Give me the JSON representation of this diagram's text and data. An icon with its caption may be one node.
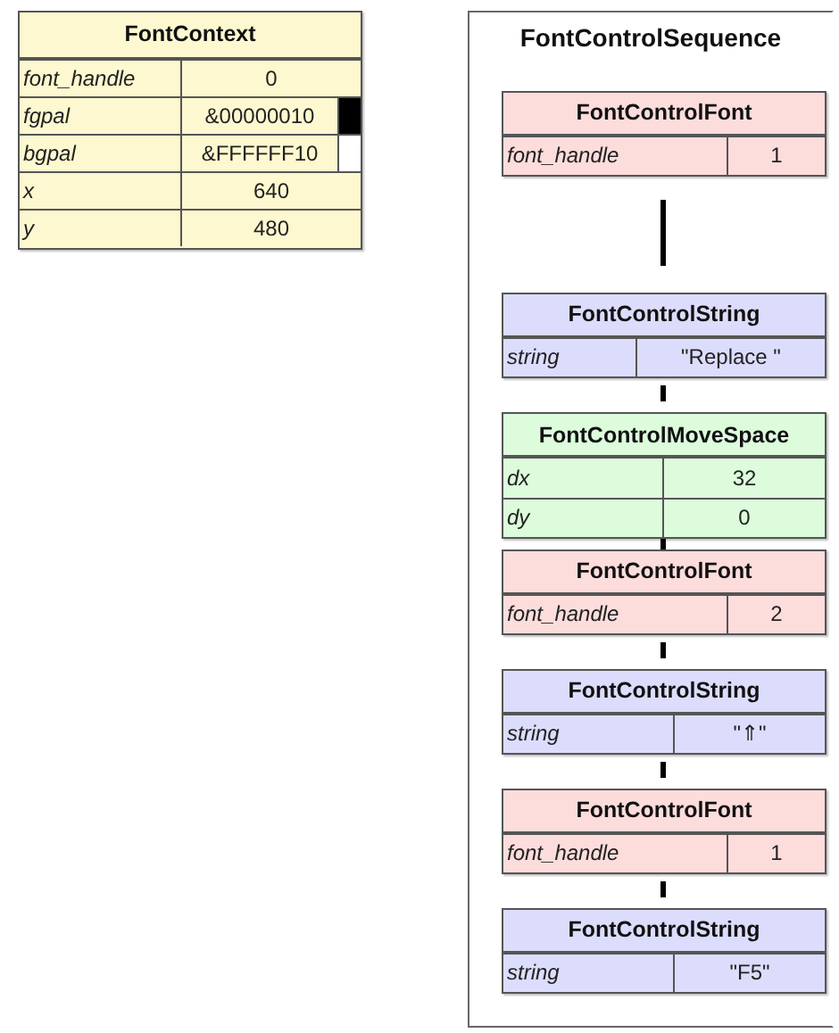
{
  "diagram": {
    "nodes": [
      {
        "text": [
          "FontContext",
          "font_handle",
          "0",
          "fgpal",
          "&00000010",
          "bgpal",
          "&FFFFFF10",
          "x",
          "640",
          "y",
          "480"
        ]
      },
      {
        "text": [
          "FontControlSequence"
        ]
      },
      {
        "text": [
          "FontControlFont",
          "font_handle",
          "1"
        ],
        "in": 1
      },
      {
        "text": [
          "FontControlString",
          "string",
          "\"Replace \""
        ],
        "in": 1
      },
      {
        "text": [
          "FontControlMoveSpace",
          "dx",
          "32",
          "dy",
          "0"
        ],
        "in": 1
      },
      {
        "text": [
          "FontControlFont",
          "font_handle",
          "2"
        ],
        "in": 1
      },
      {
        "text": [
          "FontControlString",
          "string",
          "\"⇑\""
        ],
        "in": 1
      },
      {
        "text": [
          "FontControlFont",
          "font_handle",
          "1"
        ],
        "in": 1
      },
      {
        "text": [
          "FontControlString",
          "string",
          "\"F5\""
        ],
        "in": 1
      }
    ],
    "edges": [
      {
        "from": 2,
        "to": 3,
        "arrow": "none"
      },
      {
        "from": 3,
        "to": 4,
        "arrow": "none"
      },
      {
        "from": 4,
        "to": 5,
        "arrow": "none"
      },
      {
        "from": 5,
        "to": 6,
        "arrow": "none"
      },
      {
        "from": 6,
        "to": 7,
        "arrow": "none"
      },
      {
        "from": 7,
        "to": 8,
        "arrow": "none"
      }
    ]
  }
}
